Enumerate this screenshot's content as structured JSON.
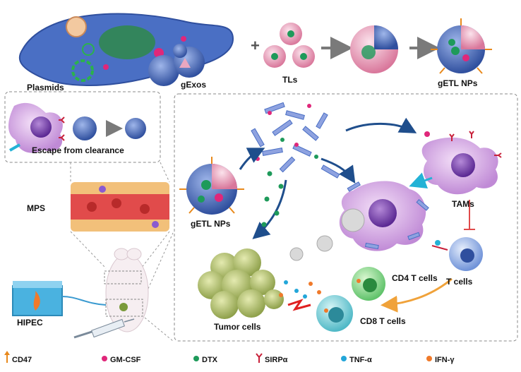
{
  "labels": {
    "plasmids": "Plasmids",
    "gexos": "gExos",
    "tls": "TLs",
    "getl_top": "gETL NPs",
    "escape": "Escape from clearance",
    "mps": "MPS",
    "getl_mid": "gETL NPs",
    "tams": "TAMs",
    "t_cells": "T cells",
    "cd4": "CD4 T cells",
    "cd8": "CD8 T cells",
    "tumor": "Tumor cells",
    "hipec": "HIPEC"
  },
  "legend": [
    {
      "symbol": "arrow-up",
      "color": "#e8891c",
      "label": "CD47"
    },
    {
      "symbol": "dot",
      "color": "#e0277a",
      "label": "GM-CSF"
    },
    {
      "symbol": "dot",
      "color": "#1e9a5a",
      "label": "DTX"
    },
    {
      "symbol": "y-receptor",
      "color": "#c8213a",
      "label": "SIRPα"
    },
    {
      "symbol": "dot",
      "color": "#23a6d9",
      "label": "TNF-α"
    },
    {
      "symbol": "dot",
      "color": "#f07a2a",
      "label": "IFN-γ"
    }
  ],
  "colors": {
    "membrane": "#4a6fc4",
    "liposome": "#e9a7c0",
    "macrophage": "#d6a8e6",
    "nucleus": "#7a3fb0",
    "tumor": "#b8c870",
    "arrow": "#777777",
    "dark_arrow": "#1f4e8c"
  }
}
